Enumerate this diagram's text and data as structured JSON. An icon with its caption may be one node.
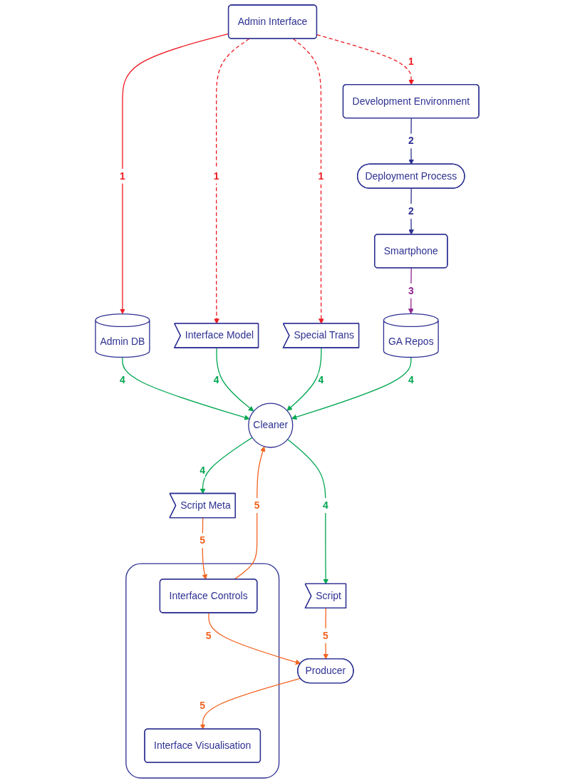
{
  "diagram": {
    "nodes": [
      {
        "text": [
          "Development Environment"
        ]
      },
      {
        "text": [
          "Admin Interface"
        ]
      },
      {
        "text": [
          "Deployment Process"
        ]
      },
      {
        "text": [
          "Smartphone"
        ]
      },
      {
        "text": [
          "Admin DB"
        ]
      },
      {
        "text": [
          "Interface Model"
        ]
      },
      {
        "text": [
          "Special Trans"
        ]
      },
      {
        "text": [
          "GA Repos"
        ]
      },
      {
        "text": [
          "Cleaner"
        ]
      },
      {
        "text": [
          "Script Meta"
        ]
      },
      {
        "text": [
          "Script"
        ]
      },
      {
        "text": [
          "Producer"
        ]
      },
      {
        "text": [],
        "shape": "box"
      },
      {
        "text": [
          "Interface Controls"
        ],
        "in": 12
      },
      {
        "text": [
          "Interface Visualisation"
        ],
        "in": 12
      }
    ],
    "edges": [
      {
        "from": 1,
        "to": 0,
        "arrow": "to",
        "label": "1",
        "style": "dashed",
        "color": "#ed1c24"
      },
      {
        "from": 0,
        "to": 2,
        "arrow": "to",
        "label": "2",
        "color": "#2e3192"
      },
      {
        "from": 2,
        "to": 3,
        "arrow": "to",
        "label": "2",
        "color": "#2e3192"
      },
      {
        "from": 3,
        "to": 7,
        "arrow": "to",
        "label": "3",
        "color": "#92278f"
      },
      {
        "from": 1,
        "to": 4,
        "arrow": "to",
        "label": "1",
        "color": "#ed1c24"
      },
      {
        "from": 1,
        "to": 5,
        "arrow": "to",
        "label": "1",
        "style": "dashed",
        "color": "#ed1c24"
      },
      {
        "from": 1,
        "to": 6,
        "arrow": "to",
        "label": "1",
        "style": "dashed",
        "color": "#ed1c24"
      },
      {
        "from": 4,
        "to": 8,
        "arrow": "to",
        "label": "4",
        "color": "#00a651"
      },
      {
        "from": 5,
        "to": 8,
        "arrow": "to",
        "label": "4",
        "color": "#00a651"
      },
      {
        "from": 6,
        "to": 8,
        "arrow": "to",
        "label": "4",
        "color": "#00a651"
      },
      {
        "from": 7,
        "to": 8,
        "arrow": "to",
        "label": "4",
        "color": "#00a651"
      },
      {
        "from": 8,
        "to": 9,
        "arrow": "to",
        "label": "4",
        "color": "#00a651"
      },
      {
        "from": 8,
        "to": 10,
        "arrow": "to",
        "label": "4",
        "color": "#00a651"
      },
      {
        "from": 10,
        "to": 11,
        "arrow": "to",
        "label": "5",
        "color": "#f26522"
      },
      {
        "from": 9,
        "to": 13,
        "arrow": "to",
        "label": "5",
        "color": "#f26522"
      },
      {
        "from": 13,
        "to": 8,
        "arrow": "to",
        "label": "5",
        "color": "#f26522"
      },
      {
        "from": 13,
        "to": 11,
        "arrow": "to",
        "label": "5",
        "color": "#f26522"
      },
      {
        "from": 11,
        "to": 14,
        "arrow": "to",
        "label": "5",
        "color": "#f26522"
      }
    ]
  }
}
